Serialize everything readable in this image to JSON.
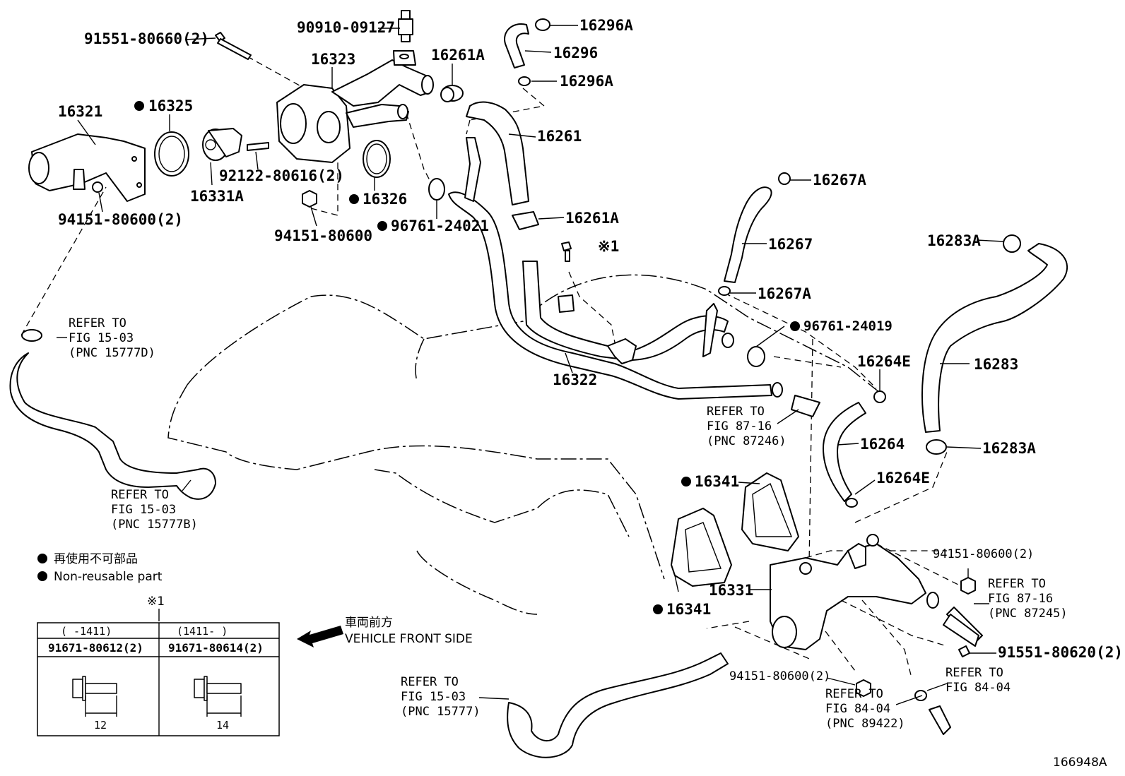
{
  "diagram_id": "166948A",
  "parts": {
    "p91551_80660": "91551-80660(2)",
    "p90910_09127": "90910-09127",
    "p16296A_top": "16296A",
    "p16296": "16296",
    "p16296A_bot": "16296A",
    "p16323": "16323",
    "p16261A_top": "16261A",
    "p16321": "16321",
    "p16325": "16325",
    "p16261": "16261",
    "p16331A": "16331A",
    "p92122_80616": "92122-80616(2)",
    "p16326": "16326",
    "p94151_80600_2a": "94151-80600(2)",
    "p94151_80600": "94151-80600",
    "p96761_24021": "96761-24021",
    "p16261A_bot": "16261A",
    "p16267A_top": "16267A",
    "p16267": "16267",
    "p16283A_top": "16283A",
    "p16267A_bot": "16267A",
    "p96761_24019": "96761-24019",
    "p16264E_top": "16264E",
    "p16283": "16283",
    "p16322": "16322",
    "p16264": "16264",
    "p16283A_bot": "16283A",
    "p16341_top": "16341",
    "p16264E_bot": "16264E",
    "p94151_80600_2b": "94151-80600(2)",
    "p16331": "16331",
    "p16341_bot": "16341",
    "p91551_80620": "91551-80620(2)",
    "p94151_80600_2c": "94151-80600(2)",
    "asterisk_1": "※1"
  },
  "refs": {
    "r15777D": [
      "REFER TO",
      "FIG 15-03",
      "(PNC 15777D)"
    ],
    "r15777B": [
      "REFER TO",
      "FIG 15-03",
      "(PNC 15777B)"
    ],
    "r87246": [
      "REFER TO",
      "FIG 87-16",
      "(PNC 87246)"
    ],
    "r87245": [
      "REFER TO",
      "FIG 87-16",
      "(PNC 87245)"
    ],
    "r84_04": [
      "REFER TO",
      "FIG 84-04"
    ],
    "r89422": [
      "REFER TO",
      "FIG 84-04",
      "(PNC 89422)"
    ],
    "r15777": [
      "REFER TO",
      "FIG 15-03",
      "(PNC 15777)"
    ]
  },
  "legend": {
    "jp": "再使用不可部品",
    "en": "Non-reusable part"
  },
  "front": {
    "jp": "車両前方",
    "en": "VEHICLE FRONT SIDE"
  },
  "table": {
    "mark": "※1",
    "col1_header": "(    -1411)",
    "col2_header": "(1411-     )",
    "col1_part": "91671-80612(2)",
    "col2_part": "91671-80614(2)",
    "col1_len": "12",
    "col2_len": "14"
  }
}
